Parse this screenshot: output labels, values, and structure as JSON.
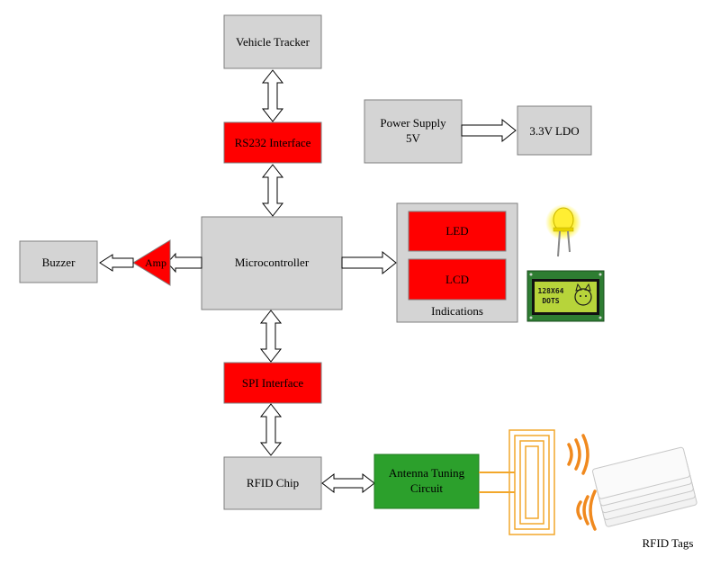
{
  "blocks": {
    "vehicle_tracker": "Vehicle Tracker",
    "rs232": "RS232 Interface",
    "power_supply_line1": "Power Supply",
    "power_supply_line2": "5V",
    "ldo": "3.3V LDO",
    "microcontroller": "Microcontroller",
    "buzzer": "Buzzer",
    "amp": "Amp",
    "led": "LED",
    "lcd": "LCD",
    "indications": "Indications",
    "spi": "SPI Interface",
    "rfid_chip": "RFID Chip",
    "antenna_line1": "Antenna Tuning",
    "antenna_line2": "Circuit",
    "rfid_tags": "RFID Tags"
  },
  "lcd_module": {
    "line1": "128X64",
    "line2": "DOTS"
  },
  "colors": {
    "gray_block": "#d4d4d4",
    "red_block": "#ff0000",
    "green_block": "#2ca02c",
    "coil": "#f2a72b",
    "rf_waves": "#f0891e"
  }
}
